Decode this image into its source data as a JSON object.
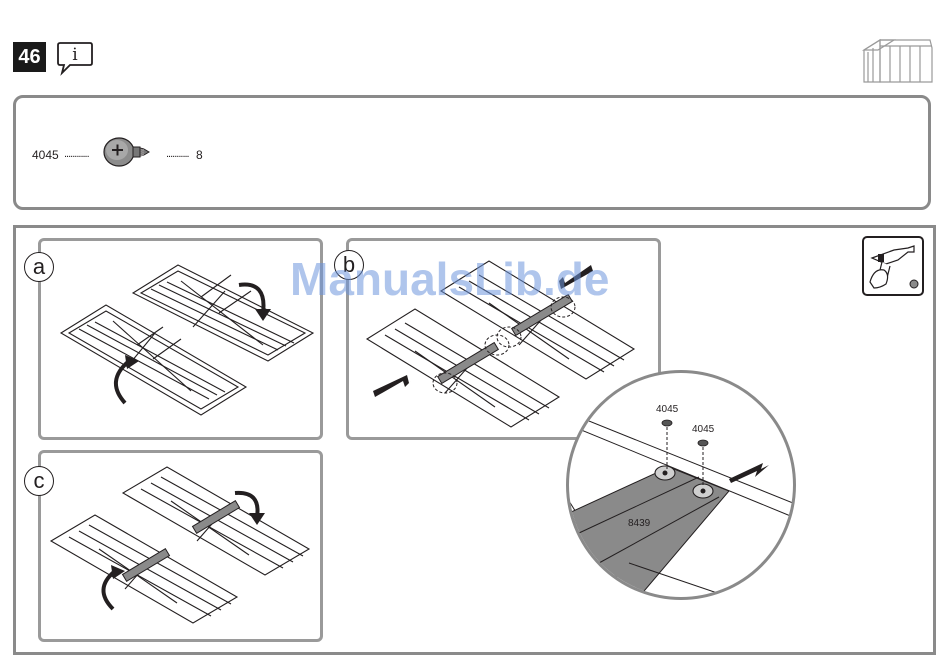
{
  "header": {
    "step_number": "46",
    "info_symbol": "i",
    "info_icon": "info-speech-bubble-icon",
    "product_icon": "shed-icon"
  },
  "parts": {
    "part_code": "4045",
    "dots_1": "............",
    "dots_2": "...........",
    "quantity": "8",
    "part_icon": "screw-icon"
  },
  "steps": {
    "a": "a",
    "b": "b",
    "c": "c"
  },
  "tool": {
    "icon": "power-drill-icon"
  },
  "detail": {
    "screw_label_1": "4045",
    "screw_label_2": "4045",
    "bar_label": "8439"
  },
  "watermark": "ManualsLib.de"
}
